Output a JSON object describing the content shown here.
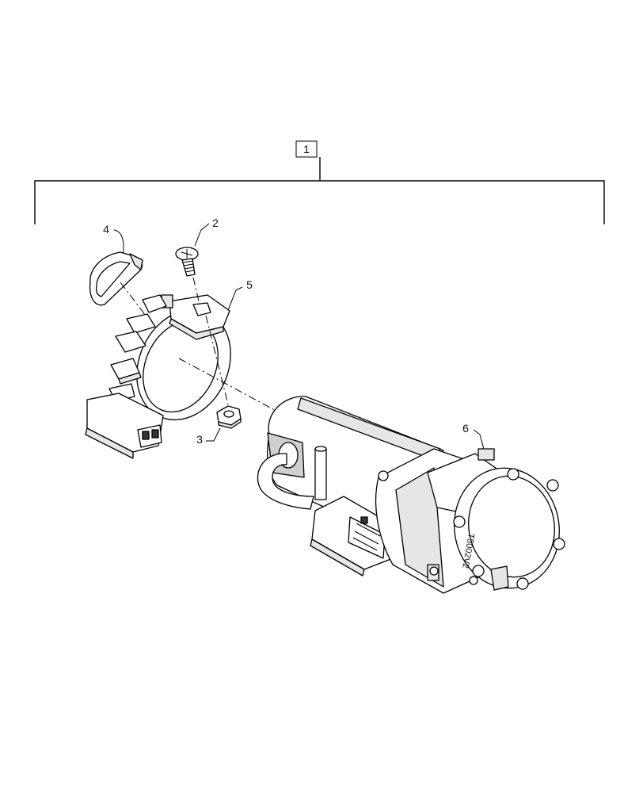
{
  "callouts": {
    "assembly": "1",
    "screw": "2",
    "nut": "3",
    "clip": "4",
    "bracket": "5",
    "pump": "6"
  },
  "stamp_text": "T5002V2"
}
